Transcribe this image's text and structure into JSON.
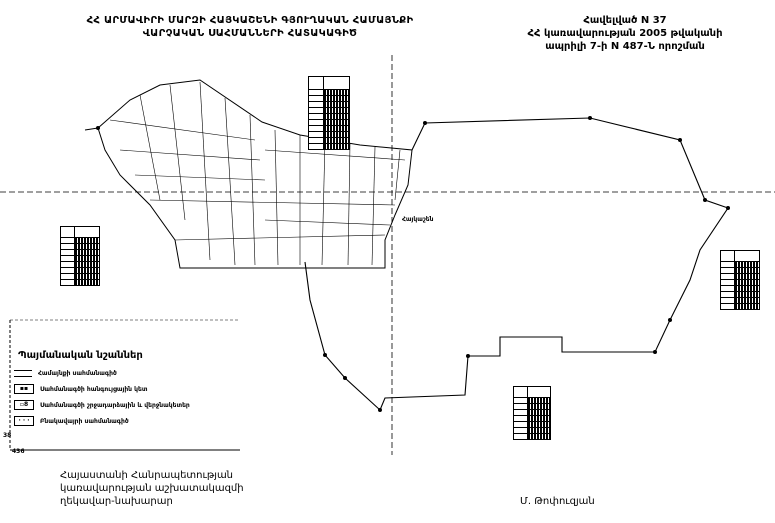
{
  "header": {
    "title_line1": "ՀՀ ԱՐՄԱՎԻՐԻ ՄԱՐԶԻ ՀԱՅԿԱՇԵՆԻ ԳՅՈՒՂԱԿԱՆ ՀԱՄԱՅՆՔԻ",
    "title_line2": "ՎԱՐՉԱԿԱՆ ՍԱՀՄԱՆՆԵՐԻ ՀԱՏԱԿԱԳԻԾ",
    "annex_line1": "Հավելված N 37",
    "annex_line2": "ՀՀ կառավարության 2005 թվականի",
    "annex_line3": "ապրիլի 7-ի N 487-Ն որոշման"
  },
  "map": {
    "village_label": "Հայկաշեն",
    "corner_tick_y": "38",
    "corner_tick_x": "436"
  },
  "legend": {
    "title": "Պայմանական նշաններ",
    "items": [
      {
        "label": "Համայնքի սահմանագիծ",
        "symbol": "solid-line"
      },
      {
        "label": "Սահմանագծի հանգույցային կետ",
        "symbol": "node-point"
      },
      {
        "label": "Սահմանագծի շրջադարձային և վերջնակետեր",
        "symbol": "turn-point"
      },
      {
        "label": "Բնակավայրի սահմանագիծ",
        "symbol": "dashed-line"
      }
    ]
  },
  "footer": {
    "line1": "Հայաստանի Հանրապետության",
    "line2": "կառավարության աշխատակազմի",
    "line3": "ղեկավար-նախարար",
    "signatory": "Մ. Թոփուզյան"
  }
}
